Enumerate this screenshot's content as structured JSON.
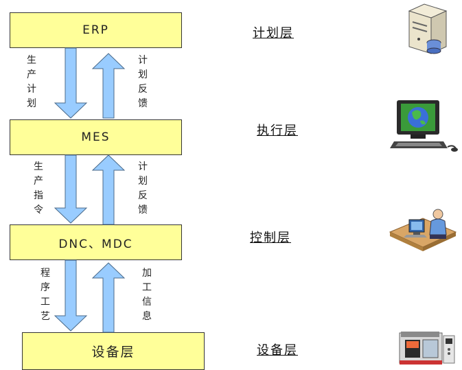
{
  "boxes": {
    "erp": "ERP",
    "mes": "MES",
    "dnc": "DNC、MDC",
    "device": "设备层"
  },
  "arrow_labels": {
    "a1_down": "生产计划",
    "a1_up": "计划反馈",
    "a2_down": "生产指令",
    "a2_up": "计划反馈",
    "a3_down": "程序工艺",
    "a3_up": "加工信息"
  },
  "layers": {
    "plan": "计划层",
    "exec": "执行层",
    "control": "控制层",
    "device": "设备层"
  },
  "icons": [
    "server-icon",
    "computer-icon",
    "operator-icon",
    "machine-tool-icon"
  ],
  "colors": {
    "box_fill": "#ffff99",
    "arrow_fill": "#99ccff",
    "arrow_stroke": "#4a6a8a"
  }
}
